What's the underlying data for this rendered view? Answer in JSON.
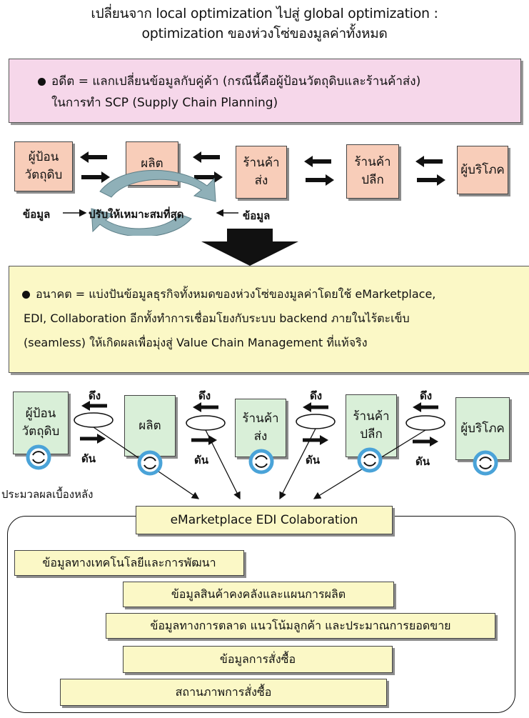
{
  "title": {
    "line1": "เปลี่ยนจาก local optimization ไปสู่ global optimization :",
    "line2": "optimization ของห่วงโซ่ของมูลค่าทั้งหมด"
  },
  "past": {
    "line1": "อดีต = แลกเปลี่ยนข้อมูลกับคู่ค้า (กรณีนี้คือผู้ป้อนวัตถุดิบและร้านค้าส่ง)",
    "line2": "ในการทำ SCP (Supply Chain Planning)",
    "chain": [
      {
        "line1": "ผู้ป้อน",
        "line2": "วัตถุดิบ"
      },
      {
        "line1": "ผลิต",
        "line2": ""
      },
      {
        "line1": "ร้านค้า",
        "line2": "ส่ง"
      },
      {
        "line1": "ร้านค้า",
        "line2": "ปลีก"
      },
      {
        "line1": "ผู้บริโภค",
        "line2": ""
      }
    ],
    "data_left": "ข้อมูล",
    "data_right": "ข้อมูล",
    "optimize": "ปรับให้เหมาะสมที่สุด"
  },
  "future": {
    "line1": "อนาคต = แบ่งปันข้อมูลธุรกิจทั้งหมดของห่วงโซ่ของมูลค่าโดยใช้ eMarketplace,",
    "line2": "EDI, Collaboration อีกทั้งทำการเชื่อมโยงกับระบบ backend ภายในไร้ตะเข็บ",
    "line3": "(seamless) ให้เกิดผลเพื่อมุ่งสู่ Value Chain Management ที่แท้จริง",
    "chain": [
      {
        "line1": "ผู้ป้อน",
        "line2": "วัตถุดิบ"
      },
      {
        "line1": "ผลิต",
        "line2": ""
      },
      {
        "line1": "ร้านค้า",
        "line2": "ส่ง"
      },
      {
        "line1": "ร้านค้า",
        "line2": "ปลีก"
      },
      {
        "line1": "ผู้บริโภค",
        "line2": ""
      }
    ],
    "pull": "ดึง",
    "push": "ดัน",
    "backend": "ประมวลผลเบื้องหลัง"
  },
  "platform": {
    "label": "eMarketplace EDI Colaboration",
    "layers": [
      "ข้อมูลทางเทคโนโลยีและการพัฒนา",
      "ข้อมูลสินค้าคงคลังและแผนการผลิต",
      "ข้อมูลทางการตลาด แนวโน้มลูกค้า และประมาณการยอดขาย",
      "ข้อมูลการสั่งซื้อ",
      "สถานภาพการสั่งซื้อ"
    ]
  },
  "colors": {
    "pink_panel": "#f6d7ea",
    "yellow_panel": "#fbf8c6",
    "peach_box": "#f8cdb9",
    "green_box": "#d9efd8",
    "cycle_icon": "#4aa3d8",
    "swirl_arrow": "#8fb0b8"
  }
}
